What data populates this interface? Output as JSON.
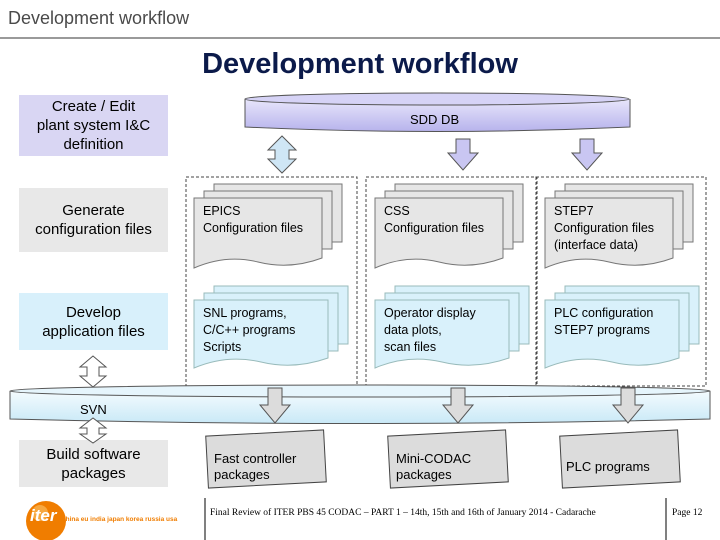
{
  "header": {
    "title": "Development workflow"
  },
  "main_title": "Development workflow",
  "stages": {
    "create": "Create / Edit\nplant system I&C\ndefinition",
    "generate": "Generate\nconfiguration files",
    "develop": "Develop\napplication files",
    "build": "Build software\npackages"
  },
  "sdd_db": "SDD DB",
  "svn": "SVN",
  "columns": [
    {
      "config": "EPICS\nConfiguration files",
      "app": "SNL programs,\nC/C++ programs\nScripts",
      "output": "Fast controller\npackages"
    },
    {
      "config": "CSS\nConfiguration files",
      "app": "Operator display\ndata plots,\nscan files",
      "output": "Mini-CODAC\npackages"
    },
    {
      "config": "STEP7\nConfiguration files\n(interface data)",
      "app": "PLC configuration\nSTEP7 programs",
      "output": "PLC programs"
    }
  ],
  "footer": {
    "text": "Final Review of ITER PBS 45 CODAC – PART 1 – 14th, 15th and 16th of January 2014 - Cadarache",
    "page": "Page 12",
    "logo_word": "iter",
    "tagline": "china eu india japan korea russia usa"
  },
  "colors": {
    "sdd_fill": "#c9c6f2",
    "config_doc_fill": "#e6e6e6",
    "app_doc_fill": "#d9f1fb",
    "arrow_fill": "#cfe6f5",
    "dashed_border": "#444444",
    "title_color": "#0b1a4a"
  }
}
